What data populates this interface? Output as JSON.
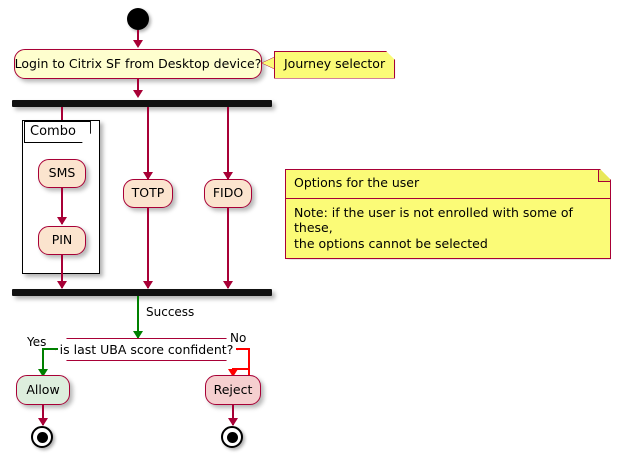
{
  "diagram": {
    "type": "uml-activity-diagram",
    "title": "",
    "colors": {
      "accent_border": "#A80036",
      "activity_yellow": "#FEFECE",
      "activity_peach": "#FBE4CE",
      "allow_green": "#DDEEDD",
      "reject_pink": "#F5CFCF",
      "note_yellow": "#FBFB77",
      "flow_success": "#008000",
      "flow_no": "#FF0000",
      "bar_black": "#111111"
    }
  },
  "nodes": {
    "start_label": "",
    "question": "Login to Citrix SF from Desktop device?",
    "sms": "SMS",
    "pin": "PIN",
    "totp": "TOTP",
    "fido": "FIDO",
    "decision": "is last UBA score confident?",
    "allow": "Allow",
    "reject": "Reject"
  },
  "group": {
    "label": "Combo"
  },
  "edges": {
    "success": "Success",
    "yes": "Yes",
    "no": "No"
  },
  "callout": {
    "text": "Journey selector"
  },
  "legend": {
    "title": "Options for the user",
    "body_line1": "Note: if the user is not enrolled with some of these,",
    "body_line2": "the options cannot be selected"
  }
}
